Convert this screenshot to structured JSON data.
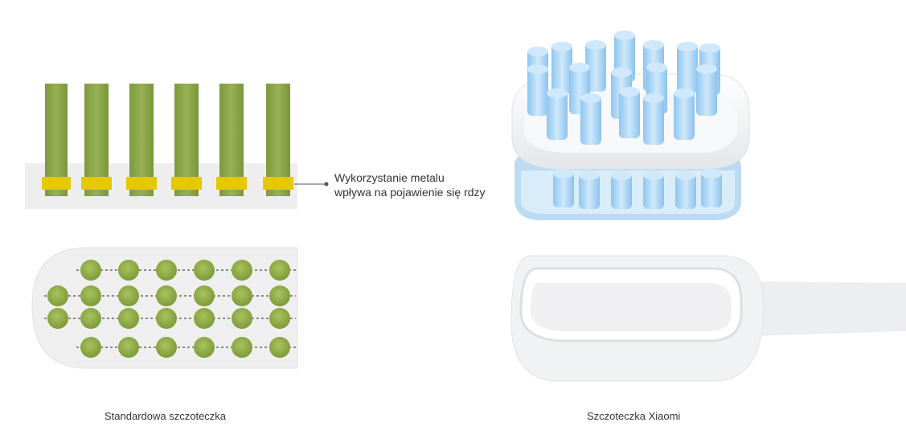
{
  "callout": {
    "line1": "Wykorzystanie metalu",
    "line2": "wpływa na pojawienie się rdzy"
  },
  "captions": {
    "standard": "Standardowa szczoteczka",
    "xiaomi": "Szczoteczka Xiaomi"
  },
  "colors": {
    "bristle_green": "#8aa347",
    "metal_yellow": "#e6c800",
    "bristle_blue": "#a8d4f5",
    "base_blue": "#b8d8f0",
    "head_white": "#f3f4f6"
  }
}
